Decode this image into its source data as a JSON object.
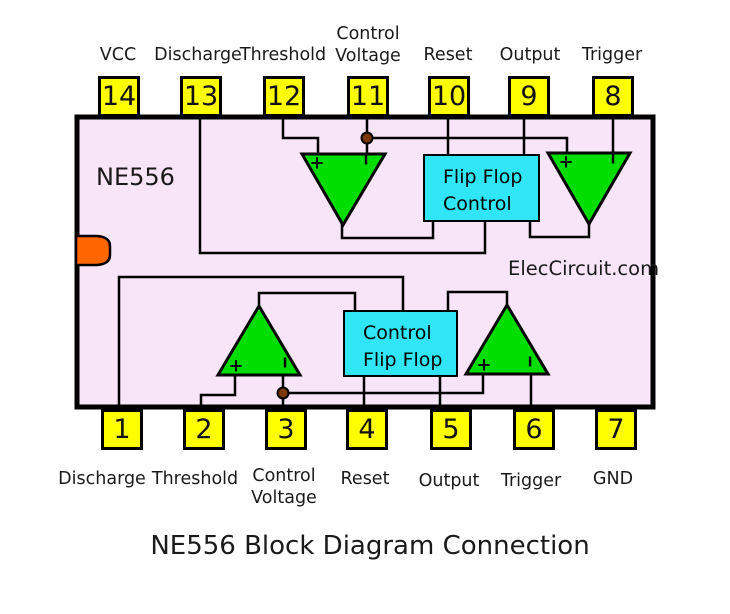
{
  "title": "NE556 Block Diagram Connection",
  "chip": {
    "name": "NE556",
    "watermark": "ElecCircuit.com"
  },
  "top_pins": [
    {
      "number": "14",
      "label": "VCC"
    },
    {
      "number": "13",
      "label": "Discharge"
    },
    {
      "number": "12",
      "label": "Threshold"
    },
    {
      "number": "11",
      "label": "Control Voltage"
    },
    {
      "number": "10",
      "label": "Reset"
    },
    {
      "number": "9",
      "label": "Output"
    },
    {
      "number": "8",
      "label": "Trigger"
    }
  ],
  "bottom_pins": [
    {
      "number": "1",
      "label": "Discharge"
    },
    {
      "number": "2",
      "label": "Threshold"
    },
    {
      "number": "3",
      "label": "Control Voltage"
    },
    {
      "number": "4",
      "label": "Reset"
    },
    {
      "number": "5",
      "label": "Output"
    },
    {
      "number": "6",
      "label": "Trigger"
    },
    {
      "number": "7",
      "label": "GND"
    }
  ],
  "blocks": {
    "upper": {
      "line1": "Flip Flop",
      "line2": "Control"
    },
    "lower": {
      "line1": "Control",
      "line2": "Flip Flop"
    }
  },
  "comparators": {
    "plus": "+",
    "minus": "I"
  },
  "colors": {
    "body": "#F8E6F8",
    "pin": "#FFFF00",
    "comparator_green": "#00DD00",
    "block_cyan": "#30E6F6",
    "notch_orange": "#FF6600",
    "junction_brown": "#7B3900"
  }
}
